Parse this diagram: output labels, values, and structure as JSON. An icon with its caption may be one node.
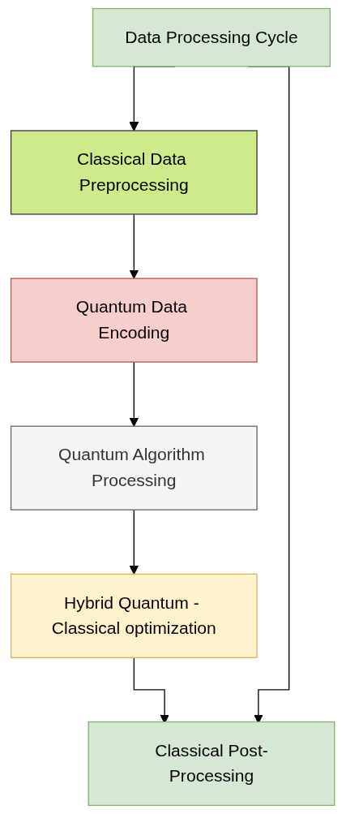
{
  "diagram": {
    "nodes": [
      {
        "text": [
          "Data Processing Cycle"
        ]
      },
      {
        "text": [
          "Classical Data Preprocessing"
        ]
      },
      {
        "text": [
          "Quantum Data Encoding"
        ]
      },
      {
        "text": [
          "Quantum Algorithm Processing"
        ]
      },
      {
        "text": [
          "Hybrid Quantum - Classical optimization"
        ]
      },
      {
        "text": [
          "Classical Post-Processing"
        ]
      }
    ],
    "edges": [
      {
        "from": 0,
        "to": 1,
        "arrow": "to"
      },
      {
        "from": 1,
        "to": 2,
        "arrow": "to"
      },
      {
        "from": 2,
        "to": 3,
        "arrow": "to"
      },
      {
        "from": 3,
        "to": 4,
        "arrow": "to"
      },
      {
        "from": 4,
        "to": 5,
        "arrow": "to"
      },
      {
        "from": 0,
        "to": 5,
        "arrow": "to"
      }
    ]
  }
}
